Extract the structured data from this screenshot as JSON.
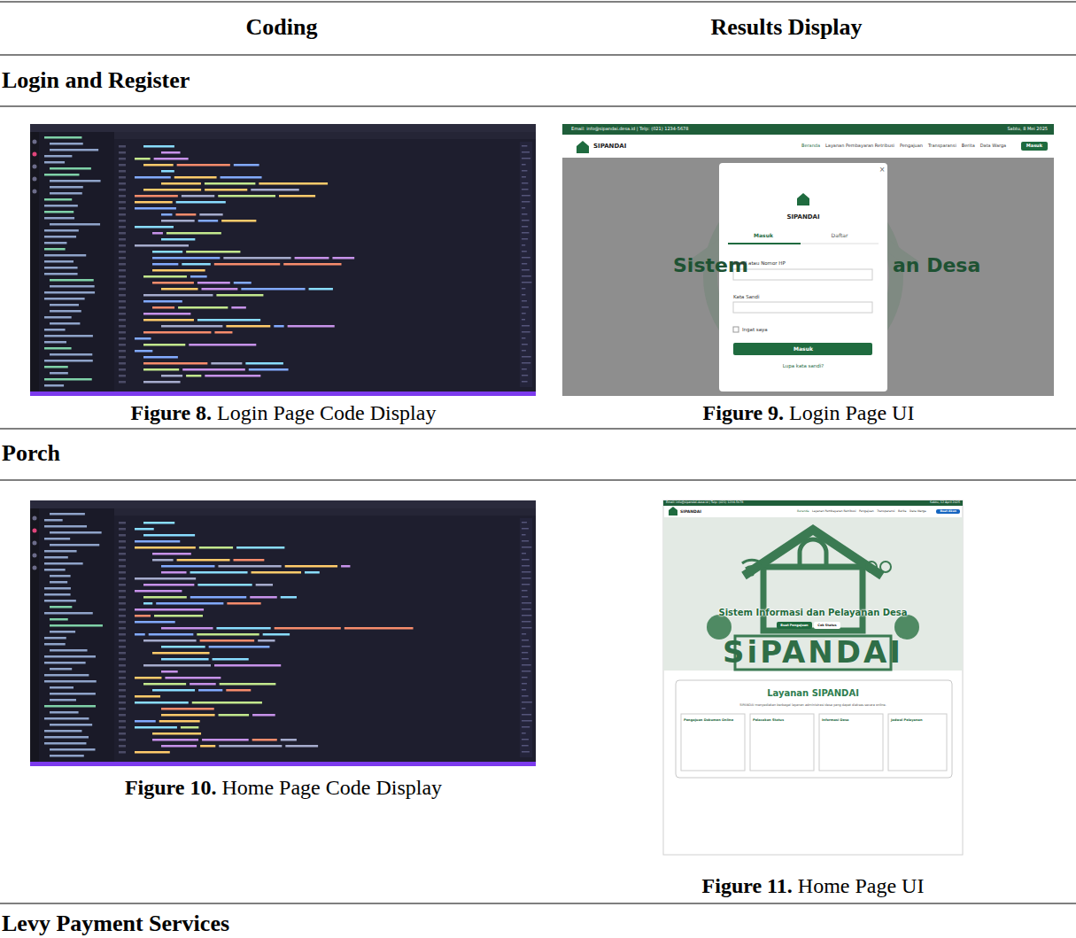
{
  "diagram": {
    "labels": [
      "Coding",
      "Results Display",
      "Login and Register",
      "Figure 8.",
      "Login Page Code Display",
      "Figure 9.",
      "Login Page UI",
      "Porch",
      "Figure 10.",
      "Home Page Code Display",
      "Figure 11.",
      "Home Page UI",
      "Levy Payment Services",
      "Email: info@sipandai.desa.id | Telp: (021) 1234-5678",
      "Sabtu, 8 Mei 2025",
      "SIPANDAI",
      "Beranda",
      "Layanan Pembayaran Retribusi",
      "Pengajuan",
      "Transparansi",
      "Berita",
      "Data Warga",
      "Masuk",
      "Sistem",
      "an Desa",
      "×",
      "SIPANDAI",
      "Masuk",
      "Daftar",
      "Email atau Nomor HP",
      "Kata Sandi",
      "Ingat saya",
      "Masuk",
      "Lupa kata sandi?",
      "Email: info@sipandai.desa.id | Telp: (021) 1234-5678",
      "Sabtu, 12 April 2025",
      "SIPANDAI",
      "Beranda",
      "Layanan Pembayaran Retribusi",
      "Pengajuan",
      "Transparansi",
      "Berita",
      "Data Warga",
      "Buat Akun",
      "Sistem Informasi dan Pelayanan Desa",
      "Buat Pengajuan",
      "Cek Status",
      "SiPANDAI",
      "Layanan SIPANDAI",
      "SIPANDAI menyediakan berbagai layanan administrasi desa yang dapat diakses secara online.",
      "Pengajuan Dokumen Online",
      "Pelacakan Status",
      "Informasi Desa",
      "Jadwal Pelayanan"
    ]
  }
}
